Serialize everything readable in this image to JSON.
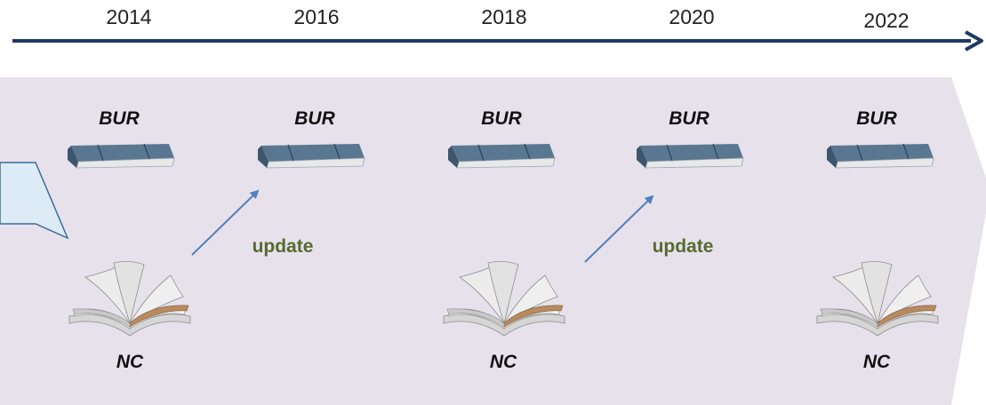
{
  "timeline": {
    "years": [
      "2014",
      "2016",
      "2018",
      "2020",
      "2022"
    ]
  },
  "reports": {
    "bur_label": "BUR",
    "nc_label": "NC",
    "update_label": "update"
  },
  "colors": {
    "timeline_arrow": "#1f3864",
    "band": "#e7e1ec",
    "callout": "#dcebf5",
    "update_text": "#556b2f",
    "update_arrow": "#4f81bd",
    "book": "#4a6780"
  },
  "icons": {
    "bur": "closed-book-icon",
    "nc": "open-book-icon"
  }
}
